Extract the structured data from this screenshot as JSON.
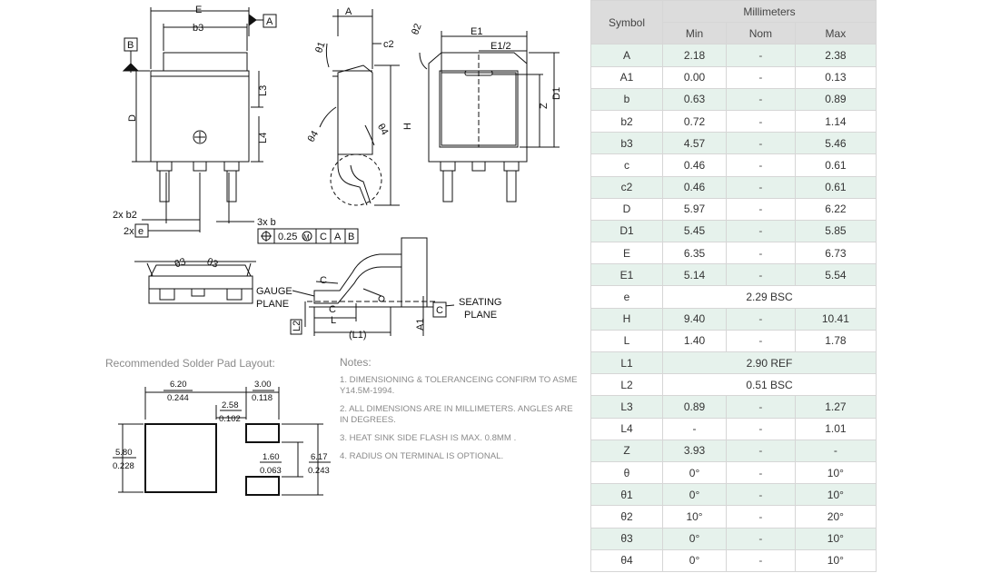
{
  "drawing": {
    "top_view": {
      "dim_E": "E",
      "dim_b3": "b3",
      "dim_D": "D",
      "dim_L3": "L3",
      "dim_L4": "L4",
      "datum_A": "A",
      "datum_B": "B",
      "dim_2xb2": "2x b2",
      "dim_2xe_prefix": "2x",
      "dim_2xe": "e",
      "dim_3xb": "3x b"
    },
    "fcf": {
      "tolerance": "0.25",
      "modifier": "M",
      "datum1": "C",
      "datum2": "A",
      "datum3": "B"
    },
    "side_view": {
      "dim_A": "A",
      "dim_c2": "c2",
      "dim_H": "H",
      "theta1": "θ1",
      "theta4a": "θ4",
      "theta4b": "θ4"
    },
    "end_view": {
      "dim_E1": "E1",
      "dim_E1_2": "E1/2",
      "dim_Z": "Z",
      "dim_D1": "D1",
      "theta2": "θ2"
    },
    "bottom_view": {
      "theta3a": "θ3",
      "theta3b": "θ3"
    },
    "detail": {
      "gauge_line1": "GAUGE",
      "gauge_line2": "PLANE",
      "seating_line1": "SEATING",
      "seating_line2": "PLANE",
      "dim_C1": "C",
      "dim_C2": "C",
      "dim_L": "L",
      "dim_L1": "(L1)",
      "dim_L2": "L2",
      "dim_A1": "A1",
      "datum_C": "C"
    },
    "solder": {
      "title": "Recommended Solder Pad Layout:",
      "w620": "6.20",
      "w0244": "0.244",
      "w300": "3.00",
      "w0118": "0.118",
      "w258": "2.58",
      "w0102": "0.102",
      "h580": "5.80",
      "h0228": "0.228",
      "h160": "1.60",
      "h0063": "0.063",
      "h617": "6.17",
      "h0243": "0.243"
    }
  },
  "notes": {
    "title": "Notes:",
    "items": [
      "1. Dimensioning & toleranceing confirm to ASME Y14.5M-1994.",
      "2. All dimensions are in millimeters. Angles are in degrees.",
      "3. Heat sink side flash is max. 0.8mm .",
      "4. Radius on terminal is optional."
    ]
  },
  "table": {
    "symbol_header": "Symbol",
    "group_header": "Millimeters",
    "col_min": "Min",
    "col_nom": "Nom",
    "col_max": "Max",
    "rows": [
      {
        "sym": "A",
        "min": "2.18",
        "nom": "-",
        "max": "2.38"
      },
      {
        "sym": "A1",
        "min": "0.00",
        "nom": "-",
        "max": "0.13"
      },
      {
        "sym": "b",
        "min": "0.63",
        "nom": "-",
        "max": "0.89"
      },
      {
        "sym": "b2",
        "min": "0.72",
        "nom": "-",
        "max": "1.14"
      },
      {
        "sym": "b3",
        "min": "4.57",
        "nom": "-",
        "max": "5.46"
      },
      {
        "sym": "c",
        "min": "0.46",
        "nom": "-",
        "max": "0.61"
      },
      {
        "sym": "c2",
        "min": "0.46",
        "nom": "-",
        "max": "0.61"
      },
      {
        "sym": "D",
        "min": "5.97",
        "nom": "-",
        "max": "6.22"
      },
      {
        "sym": "D1",
        "min": "5.45",
        "nom": "-",
        "max": "5.85"
      },
      {
        "sym": "E",
        "min": "6.35",
        "nom": "-",
        "max": "6.73"
      },
      {
        "sym": "E1",
        "min": "5.14",
        "nom": "-",
        "max": "5.54"
      },
      {
        "sym": "e",
        "span": "2.29 BSC"
      },
      {
        "sym": "H",
        "min": "9.40",
        "nom": "-",
        "max": "10.41"
      },
      {
        "sym": "L",
        "min": "1.40",
        "nom": "-",
        "max": "1.78"
      },
      {
        "sym": "L1",
        "span": "2.90 REF"
      },
      {
        "sym": "L2",
        "span": "0.51 BSC"
      },
      {
        "sym": "L3",
        "min": "0.89",
        "nom": "-",
        "max": "1.27"
      },
      {
        "sym": "L4",
        "min": "-",
        "nom": "-",
        "max": "1.01"
      },
      {
        "sym": "Z",
        "min": "3.93",
        "nom": "-",
        "max": "-"
      },
      {
        "sym": "θ",
        "min": "0°",
        "nom": "-",
        "max": "10°"
      },
      {
        "sym": "θ1",
        "min": "0°",
        "nom": "-",
        "max": "10°"
      },
      {
        "sym": "θ2",
        "min": "10°",
        "nom": "-",
        "max": "20°"
      },
      {
        "sym": "θ3",
        "min": "0°",
        "nom": "-",
        "max": "10°"
      },
      {
        "sym": "θ4",
        "min": "0°",
        "nom": "-",
        "max": "10°"
      }
    ]
  }
}
